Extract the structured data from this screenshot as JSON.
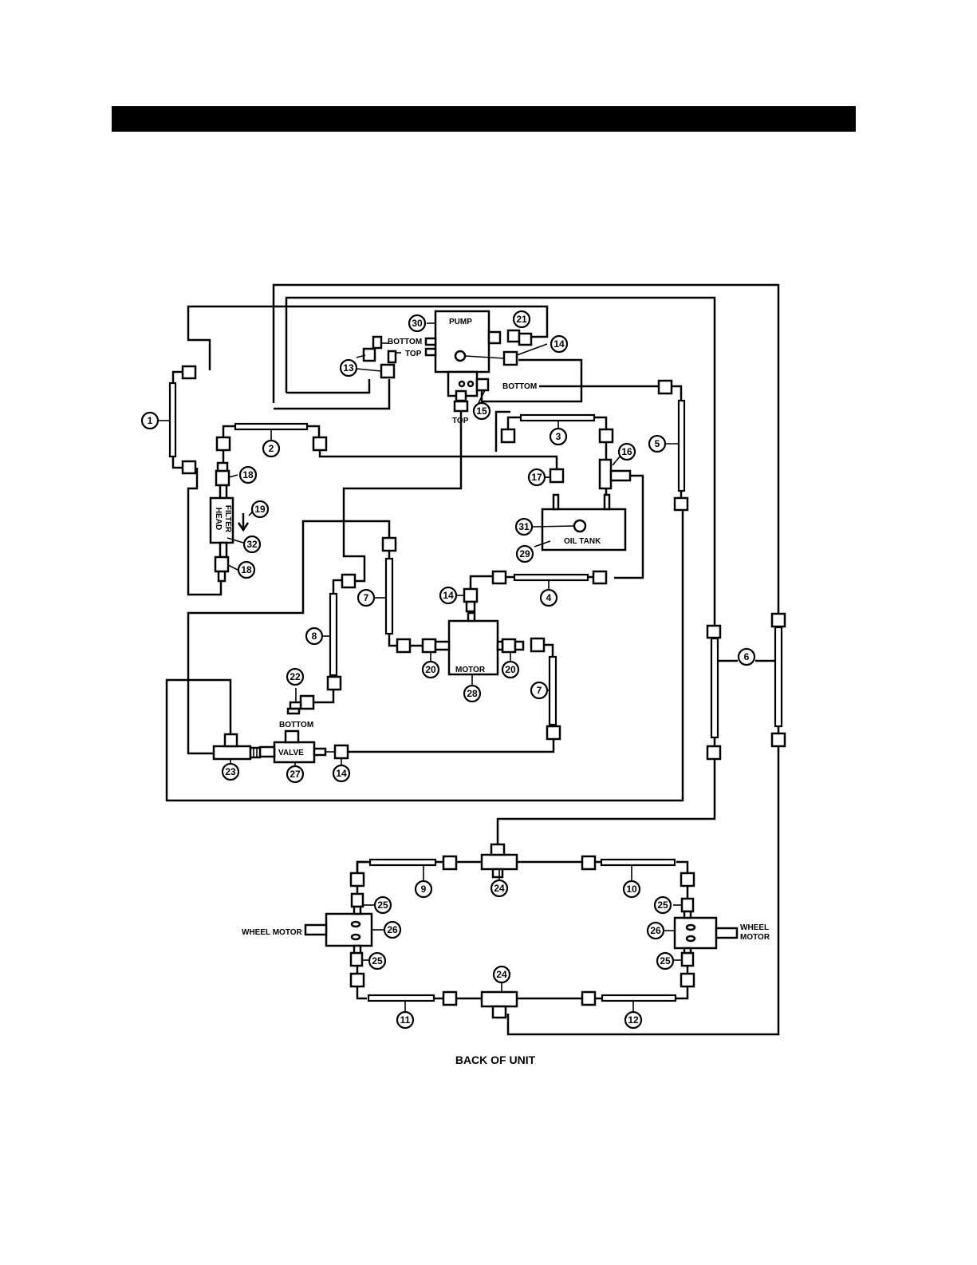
{
  "header": {
    "bar_color": "#000000"
  },
  "labels": {
    "pump": "PUMP",
    "pump_bottom": "BOTTOM",
    "pump_top": "TOP",
    "port_bottom": "BOTTOM",
    "port_top": "TOP",
    "filter_head_1": "FILTER",
    "filter_head_2": "HEAD",
    "oil_tank": "OIL TANK",
    "motor": "MOTOR",
    "valve": "VALVE",
    "valve_bottom": "BOTTOM",
    "wheel_motor_left": "WHEEL MOTOR",
    "wheel_motor_right_1": "WHEEL",
    "wheel_motor_right_2": "MOTOR",
    "back_of_unit": "BACK OF UNIT"
  },
  "callouts": {
    "c1": "1",
    "c2": "2",
    "c3": "3",
    "c4": "4",
    "c5": "5",
    "c6": "6",
    "c7a": "7",
    "c7b": "7",
    "c8": "8",
    "c9": "9",
    "c10": "10",
    "c11": "11",
    "c12": "12",
    "c13": "13",
    "c14a": "14",
    "c14b": "14",
    "c14c": "14",
    "c15": "15",
    "c16": "16",
    "c17": "17",
    "c18a": "18",
    "c18b": "18",
    "c19": "19",
    "c20a": "20",
    "c20b": "20",
    "c21": "21",
    "c22": "22",
    "c23": "23",
    "c24a": "24",
    "c24b": "24",
    "c25a": "25",
    "c25b": "25",
    "c25c": "25",
    "c25d": "25",
    "c26a": "26",
    "c26b": "26",
    "c27": "27",
    "c28": "28",
    "c29": "29",
    "c30": "30",
    "c31": "31",
    "c32": "32"
  }
}
